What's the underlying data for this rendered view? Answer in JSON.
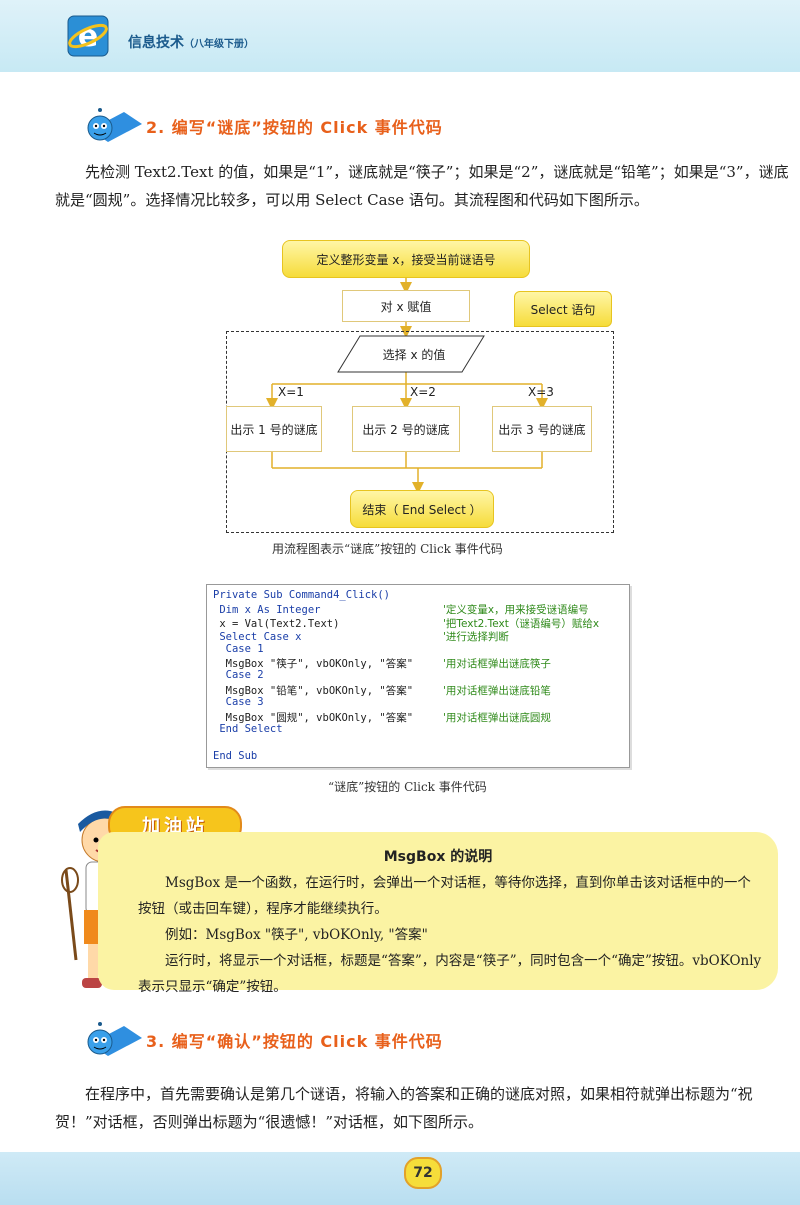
{
  "header": {
    "book_title": "信息技术",
    "book_subtitle": "（八年级下册）"
  },
  "section2": {
    "heading": "2. 编写“谜底”按钮的 Click 事件代码",
    "paragraph": "先检测 Text2.Text 的值，如果是“1”，谜底就是“筷子”；如果是“2”，谜底就是“铅笔”；如果是“3”，谜底就是“圆规”。选择情况比较多，可以用 Select Case 语句。其流程图和代码如下图所示。"
  },
  "flowchart": {
    "start": "定义整形变量 x，接受当前谜语号",
    "assign": "对 x 赋值",
    "callout": "Select 语句",
    "select": "选择 x 的值",
    "branches": [
      {
        "cond": "X=1",
        "action": "出示 1 号的谜底"
      },
      {
        "cond": "X=2",
        "action": "出示 2 号的谜底"
      },
      {
        "cond": "X=3",
        "action": "出示 3 号的谜底"
      }
    ],
    "end": "结束（ End Select ）",
    "caption": "用流程图表示“谜底”按钮的 Click 事件代码"
  },
  "code": {
    "lines": [
      {
        "code": "Private Sub Command4_Click()",
        "comment": ""
      },
      {
        "code": " Dim x As Integer",
        "comment": "'定义变量x，用来接受谜语编号"
      },
      {
        "code": " x = Val(Text2.Text)",
        "comment": "'把Text2.Text（谜语编号）赋给x"
      },
      {
        "code": " Select Case x",
        "comment": "'进行选择判断"
      },
      {
        "code": "  Case 1",
        "comment": ""
      },
      {
        "code": "  MsgBox \"筷子\", vbOKOnly, \"答案\"",
        "comment": "'用对话框弹出谜底筷子"
      },
      {
        "code": "  Case 2",
        "comment": ""
      },
      {
        "code": "  MsgBox \"铅笔\", vbOKOnly, \"答案\"",
        "comment": "'用对话框弹出谜底铅笔"
      },
      {
        "code": "  Case 3",
        "comment": ""
      },
      {
        "code": "  MsgBox \"圆规\", vbOKOnly, \"答案\"",
        "comment": "'用对话框弹出谜底圆规"
      },
      {
        "code": " End Select",
        "comment": ""
      },
      {
        "code": "",
        "comment": ""
      },
      {
        "code": "End Sub",
        "comment": ""
      }
    ],
    "caption": "“谜底”按钮的 Click 事件代码"
  },
  "tip": {
    "badge": "加油站",
    "title": "MsgBox 的说明",
    "para1": "MsgBox 是一个函数，在运行时，会弹出一个对话框，等待你选择，直到你单击该对话框中的一个按钮（或击回车键），程序才能继续执行。",
    "para2": "例如：MsgBox \"筷子\", vbOKOnly, \"答案\"",
    "para3": "运行时，将显示一个对话框，标题是“答案”，内容是“筷子”，同时包含一个“确定”按钮。vbOKOnly 表示只显示“确定”按钮。"
  },
  "section3": {
    "heading": "3. 编写“确认”按钮的 Click 事件代码",
    "paragraph": "在程序中，首先需要确认是第几个谜语，将输入的答案和正确的谜底对照，如果相符就弹出标题为“祝贺！”对话框，否则弹出标题为“很遗憾！”对话框，如下图所示。"
  },
  "page_number": "72"
}
